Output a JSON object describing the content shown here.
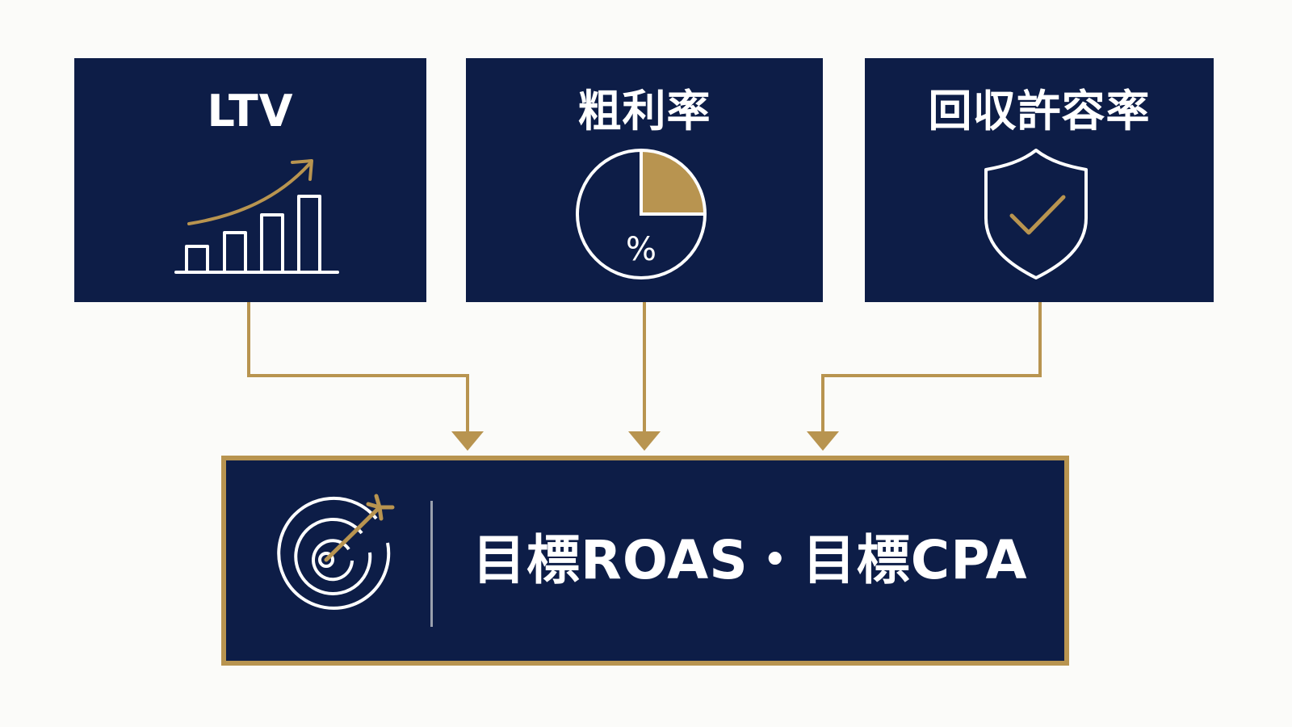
{
  "inputs": [
    {
      "title": "LTV",
      "icon": "growth-bar-chart-icon"
    },
    {
      "title": "粗利率",
      "icon": "pie-percent-icon"
    },
    {
      "title": "回収許容率",
      "icon": "shield-check-icon"
    }
  ],
  "output": {
    "label": "目標ROAS・目標CPA",
    "icon": "target-arrow-icon"
  },
  "colors": {
    "navy": "#0d1d47",
    "gold": "#b89450",
    "white": "#ffffff",
    "background": "#fbfbf9"
  }
}
